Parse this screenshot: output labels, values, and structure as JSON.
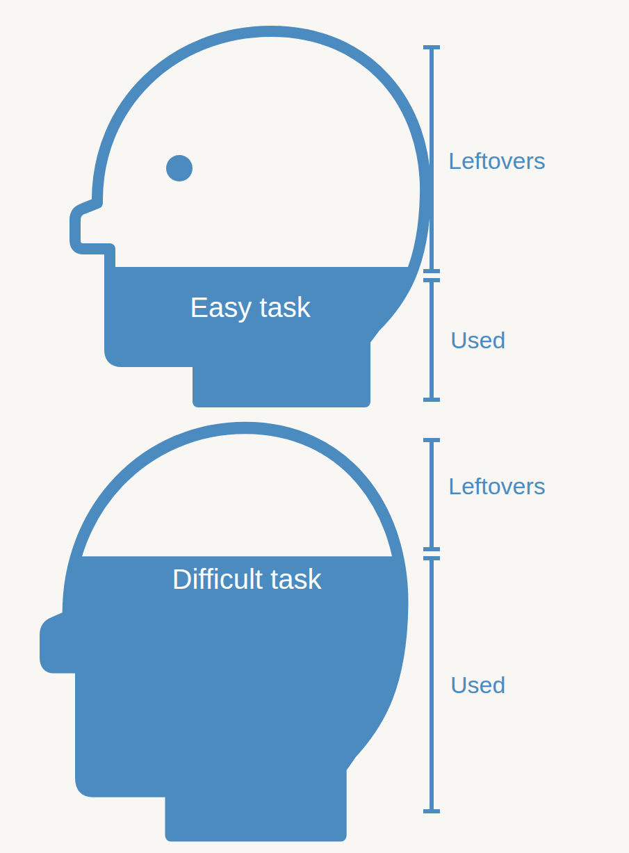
{
  "diagram": {
    "nodes": [
      {
        "text": [
          "Easy task"
        ]
      },
      {
        "text": [
          "Difficult task"
        ]
      }
    ],
    "labels": [
      "Leftovers",
      "Used",
      "Leftovers",
      "Used"
    ]
  }
}
